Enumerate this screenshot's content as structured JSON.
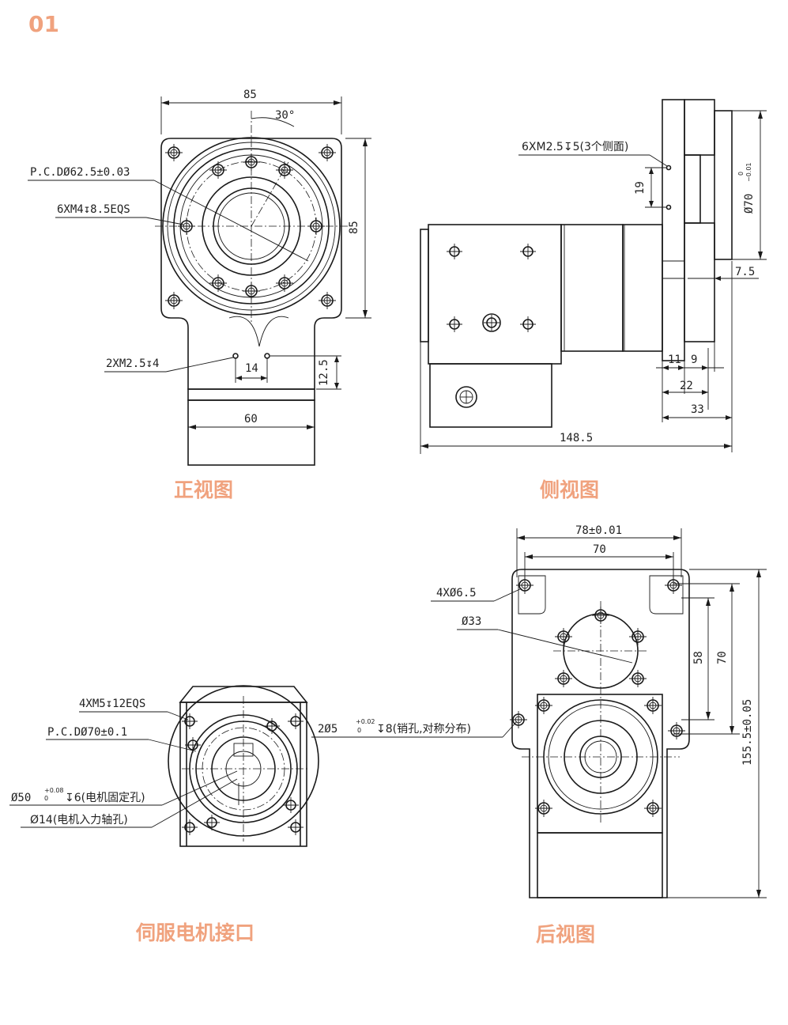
{
  "page_number": "01",
  "views": {
    "front": {
      "caption": "正视图",
      "dims": {
        "width_top": "85",
        "angle": "30°",
        "pcd": "P.C.DØ62.5±0.03",
        "thread_holes": "6XM4↧8.5EQS",
        "height_right": "85",
        "small_holes": "2XM2.5↧4",
        "hole_spacing": "14",
        "offset": "12.5",
        "base_width": "60"
      }
    },
    "side": {
      "caption": "侧视图",
      "dims": {
        "side_holes": "6XM2.5↧5(3个侧面)",
        "spacing": "19",
        "diameter": "Ø70",
        "tol_upper": "0",
        "tol_lower": "−0.01",
        "d_75": "7.5",
        "d_11": "11",
        "d_9": "9",
        "d_22": "22",
        "d_33": "33",
        "length": "148.5"
      }
    },
    "servo": {
      "caption": "伺服电机接口",
      "dims": {
        "mount_holes": "4XM5↧12EQS",
        "pcd": "P.C.DØ70±0.1",
        "fix_hole_main": "Ø50",
        "fix_hole_tol_upper": "+0.08",
        "fix_hole_tol_lower": "0",
        "fix_hole_depth": "↧6(电机固定孔)",
        "shaft_hole": "Ø14(电机入力轴孔)",
        "pin_main": "2Ø5",
        "pin_tol_upper": "+0.02",
        "pin_tol_lower": "0",
        "pin_depth": "↧8(销孔,对称分布)"
      }
    },
    "rear": {
      "caption": "后视图",
      "dims": {
        "top_outer": "78±0.01",
        "top_inner": "70",
        "holes": "4XØ6.5",
        "bore": "Ø33",
        "d_58": "58",
        "d_70": "70",
        "height": "155.5±0.05"
      }
    }
  }
}
